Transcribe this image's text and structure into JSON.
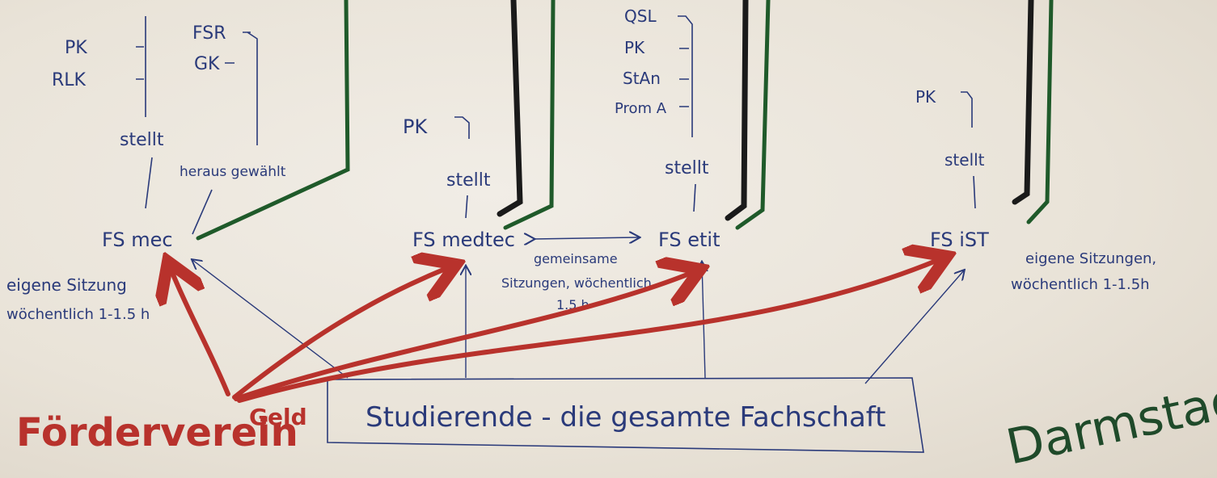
{
  "columns": {
    "mec": {
      "name": "FS mec",
      "roles_left": [
        "PK",
        "RLK"
      ],
      "roles_right": [
        "FSR",
        "GK"
      ],
      "verb_left": "stellt",
      "verb_right": "heraus gewählt",
      "note": [
        "eigene Sitzung",
        "wöchentlich 1-1.5 h"
      ]
    },
    "medtec": {
      "name": "FS medtec",
      "roles": [
        "PK"
      ],
      "verb": "stellt"
    },
    "etit": {
      "name": "FS etit",
      "roles": [
        "QSL",
        "PK",
        "StAn",
        "Prom A"
      ],
      "verb": "stellt"
    },
    "ist": {
      "name": "FS iST",
      "roles": [
        "PK"
      ],
      "verb": "stellt",
      "note": [
        "eigene Sitzungen,",
        "wöchentlich 1-1.5h"
      ]
    }
  },
  "shared": {
    "lines": [
      "gemeinsame",
      "Sitzungen, wöchentlich",
      "1.5 h"
    ]
  },
  "base": {
    "label": "Studierende - die gesamte Fachschaft"
  },
  "funding": {
    "source": "Förderverein",
    "label": "Geld"
  },
  "corner": {
    "label": "Darmstadt"
  },
  "colors": {
    "pen_blue": "#2a3a7a",
    "pen_red": "#b8322c",
    "pen_green": "#1f5a2a",
    "pen_black": "#1a1a1a"
  }
}
